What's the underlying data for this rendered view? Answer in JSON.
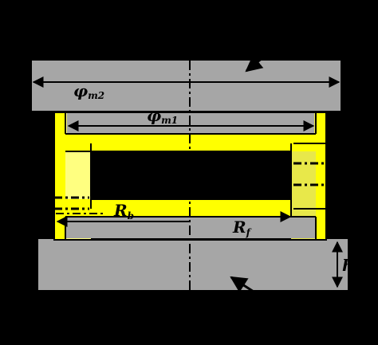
{
  "labels": {
    "phi_m2": {
      "main": "φ",
      "sub": "m2"
    },
    "phi_m1": {
      "main": "φ",
      "sub": "m1"
    },
    "r_b": {
      "main": "R",
      "sub": "b"
    },
    "r_f": {
      "main": "R",
      "sub": "f"
    },
    "h_edge": {
      "main": "h"
    }
  },
  "colors": {
    "background": "#000000",
    "plate": "#a6a6a6",
    "ring": "#ffff00",
    "ring_light": "#ffff80",
    "ring_mid": "#e8e84a",
    "line": "#000000"
  }
}
